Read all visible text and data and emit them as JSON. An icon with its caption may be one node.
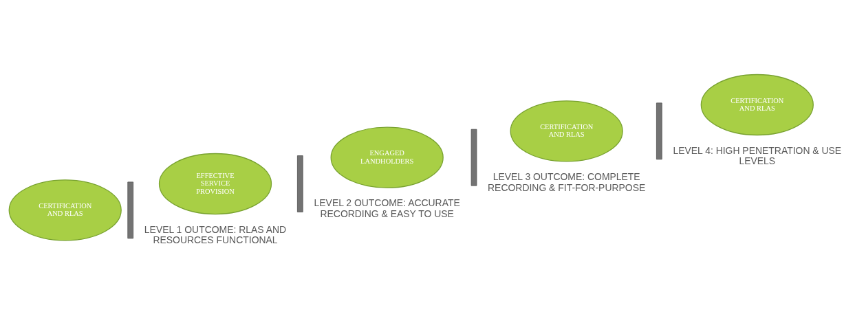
{
  "diagram": {
    "nodes": [
      {
        "text": [
          "CERTIFICATION AND RLAS"
        ]
      },
      {
        "text": [],
        "shape": "bar"
      },
      {
        "text": [
          "EFFECTIVE SERVICE PROVISION"
        ]
      },
      {
        "text": [],
        "shape": "bar"
      },
      {
        "text": [
          "ENGAGED LANDHOLDERS"
        ]
      },
      {
        "text": [],
        "shape": "bar"
      },
      {
        "text": [
          "CERTIFICATION AND RLAS"
        ]
      },
      {
        "text": [],
        "shape": "bar"
      },
      {
        "text": [
          "CERTIFICATION AND RLAS"
        ]
      }
    ],
    "edges": [],
    "labels": [
      "LEVEL 4: HIGH PENETRATION & USE LEVELS",
      "LEVEL 3 OUTCOME: COMPLETE RECORDING & FIT-FOR-PURPOSE",
      "LEVEL 2 OUTCOME: ACCURATE RECORDING & EASY TO USE",
      "LEVEL 1 OUTCOME: RLAS AND RESOURCES FUNCTIONAL"
    ]
  }
}
